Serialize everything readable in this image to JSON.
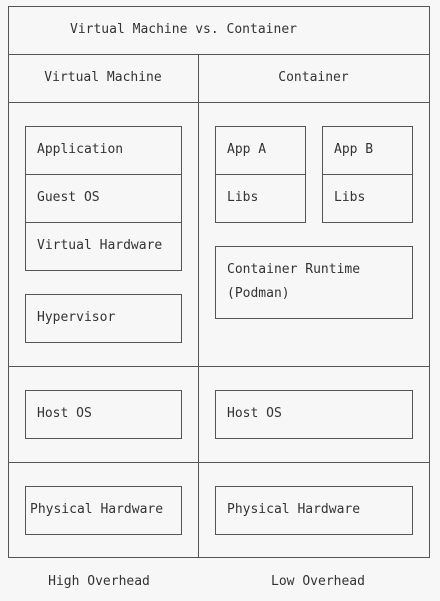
{
  "title": "Virtual Machine vs. Container",
  "columns": {
    "vm": "Virtual Machine",
    "container": "Container"
  },
  "vm_stack": {
    "application": "Application",
    "guest_os": "Guest OS",
    "virtual_hardware": "Virtual Hardware",
    "hypervisor": "Hypervisor"
  },
  "container_stack": {
    "app_a": "App A",
    "app_b": "App B",
    "libs_a": "Libs",
    "libs_b": "Libs",
    "runtime_line1": "Container Runtime",
    "runtime_line2": "(Podman)"
  },
  "host_os": {
    "vm": "Host OS",
    "container": "Host OS"
  },
  "physical_hardware": {
    "vm": "Physical Hardware",
    "container": "Physical Hardware"
  },
  "footer": {
    "vm": "High Overhead",
    "container": "Low Overhead"
  },
  "colors": {
    "line": "#555555",
    "text": "#333333",
    "background": "#f7f7f7"
  }
}
